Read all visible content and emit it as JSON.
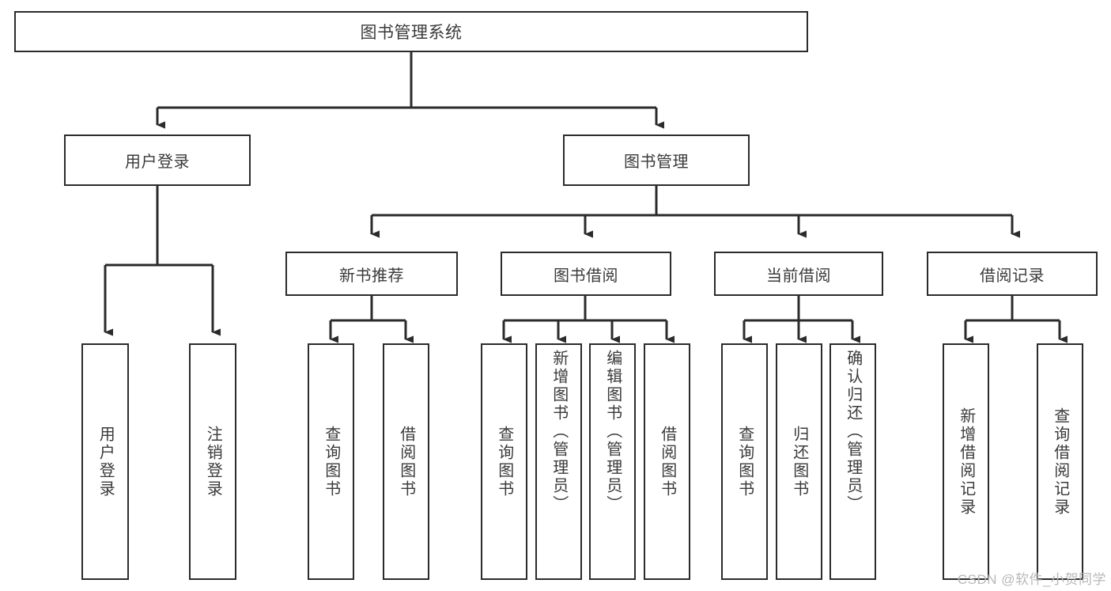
{
  "diagram": {
    "title": "图书管理系统",
    "root": {
      "label": "图书管理系统"
    },
    "level2": [
      {
        "label": "用户登录"
      },
      {
        "label": "图书管理"
      }
    ],
    "level3": [
      {
        "label": "新书推荐"
      },
      {
        "label": "图书借阅"
      },
      {
        "label": "当前借阅"
      },
      {
        "label": "借阅记录"
      }
    ],
    "leaves": {
      "user_login": [
        {
          "label": "用户登录"
        },
        {
          "label": "注销登录"
        }
      ],
      "new_book_recommend": [
        {
          "label": "查询图书"
        },
        {
          "label": "借阅图书"
        }
      ],
      "book_borrow": [
        {
          "label": "查询图书"
        },
        {
          "label": "新增图书（管理员）"
        },
        {
          "label": "编辑图书（管理员）"
        },
        {
          "label": "借阅图书"
        }
      ],
      "current_borrow": [
        {
          "label": "查询图书"
        },
        {
          "label": "归还图书"
        },
        {
          "label": "确认归还（管理员）"
        }
      ],
      "borrow_record": [
        {
          "label": "新增借阅记录"
        },
        {
          "label": "查询借阅记录"
        }
      ]
    }
  },
  "watermark": {
    "text": "CSDN @软件_小贺同学"
  },
  "colors": {
    "stroke": "#2b2b2b",
    "text": "#3a3a3a",
    "background": "#ffffff",
    "watermark": "#b8b8b8"
  }
}
